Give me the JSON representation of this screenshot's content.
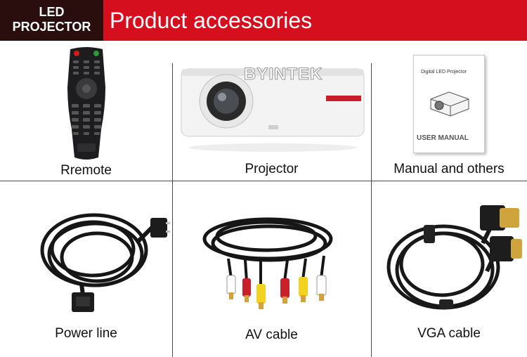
{
  "header": {
    "badge_line1": "LED",
    "badge_line2": "PROJECTOR",
    "title": "Product accessories"
  },
  "items": [
    {
      "label": "Rremote",
      "icon": "remote-control-icon"
    },
    {
      "label": "Projector",
      "icon": "projector-icon",
      "brand": "BYINTEK"
    },
    {
      "label": "Manual and others",
      "icon": "manual-icon",
      "manual_heading": "Digital LED Projector",
      "manual_title": "USER MANUAL"
    },
    {
      "label": "Power line",
      "icon": "power-cable-icon"
    },
    {
      "label": "AV cable",
      "icon": "av-cable-icon"
    },
    {
      "label": "VGA cable",
      "icon": "vga-cable-icon"
    }
  ],
  "colors": {
    "brand_red": "#d50f1d",
    "badge_dark": "#2a0e0e"
  }
}
